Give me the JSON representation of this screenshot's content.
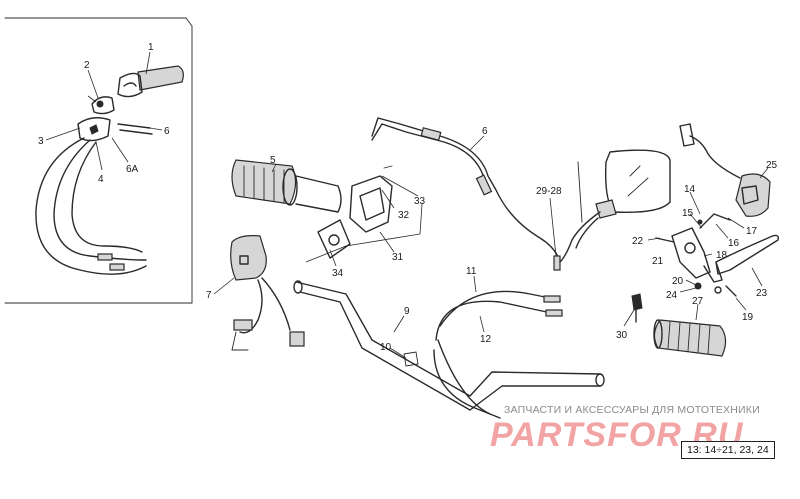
{
  "callouts": {
    "c1": "1",
    "c2": "2",
    "c3": "3",
    "c4": "4",
    "c5": "5",
    "c6a": "6",
    "c6b": "6",
    "c6A": "6A",
    "c7": "7",
    "c9": "9",
    "c10": "10",
    "c11": "11",
    "c12": "12",
    "c14": "14",
    "c15": "15",
    "c16": "16",
    "c17": "17",
    "c18": "18",
    "c19": "19",
    "c20": "20",
    "c21": "21",
    "c22": "22",
    "c23": "23",
    "c24": "24",
    "c25": "25",
    "c27": "27",
    "c2928": "29-28",
    "c30": "30",
    "c31": "31",
    "c32": "32",
    "c33": "33",
    "c34": "34"
  },
  "watermark": {
    "tagline": "ЗАПЧАСТИ И АКСЕССУАРЫ ДЛЯ МОТОТЕХНИКИ",
    "logo": "PARTSFOR.RU"
  },
  "note": "13: 14÷21, 23, 24",
  "colors": {
    "line": "#2a2a2a",
    "watermark_logo": "#f2a3a3",
    "watermark_text": "#8a8a8a"
  }
}
